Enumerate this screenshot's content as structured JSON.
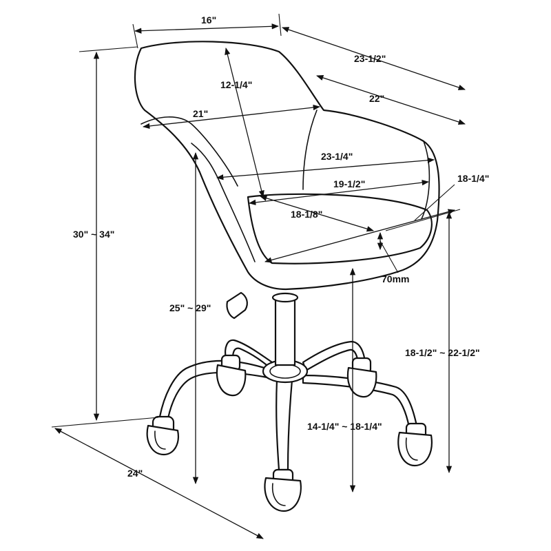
{
  "dimensions": {
    "back_width": "16\"",
    "overall_depth_top": "23-1/2\"",
    "back_height": "12-1/4\"",
    "seat_depth": "22\"",
    "arm_width": "21\"",
    "arm_depth": "23-1/4\"",
    "seat_width": "19-1/2\"",
    "arm_height": "18-1/4\"",
    "seat_inner_depth": "18-1/8\"",
    "cushion_thickness": "70mm",
    "overall_height": "30\" ~ 34\"",
    "arm_floor_height": "25\" ~ 29\"",
    "seat_floor_height": "18-1/2\" ~ 22-1/2\"",
    "seat_to_floor_range": "14-1/4\" ~ 18-1/4\"",
    "base_diameter": "24\""
  },
  "colors": {
    "line": "#111111",
    "background": "#ffffff"
  }
}
